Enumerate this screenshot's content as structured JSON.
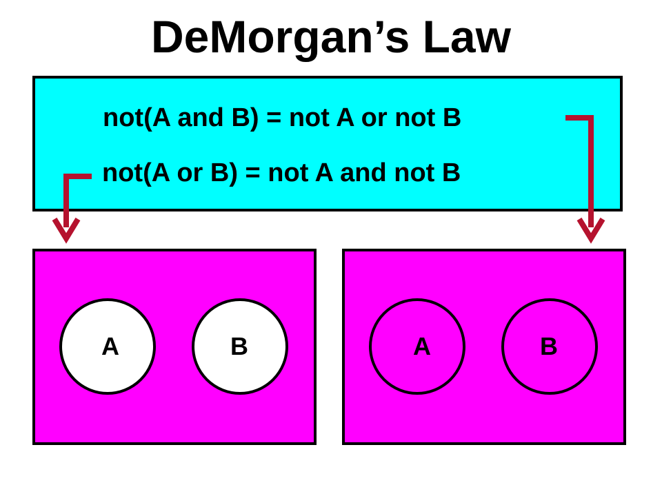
{
  "title": "DeMorgan’s Law",
  "laws": [
    {
      "lhs": "not(A and B) = not A ",
      "operator": "or",
      "rhs": " not B"
    },
    {
      "lhs": "not(A or B) = not A ",
      "operator": "and",
      "rhs": " not B"
    }
  ],
  "diagrams": [
    {
      "label_a": "A",
      "label_b": "B"
    },
    {
      "label_a": "A",
      "label_b": "B"
    }
  ],
  "colors": {
    "law_box_fill": "#00ffff",
    "diagram_fill": "#ff00ff",
    "arrow": "#b5122e",
    "outline": "#000000",
    "background": "#ffffff"
  }
}
